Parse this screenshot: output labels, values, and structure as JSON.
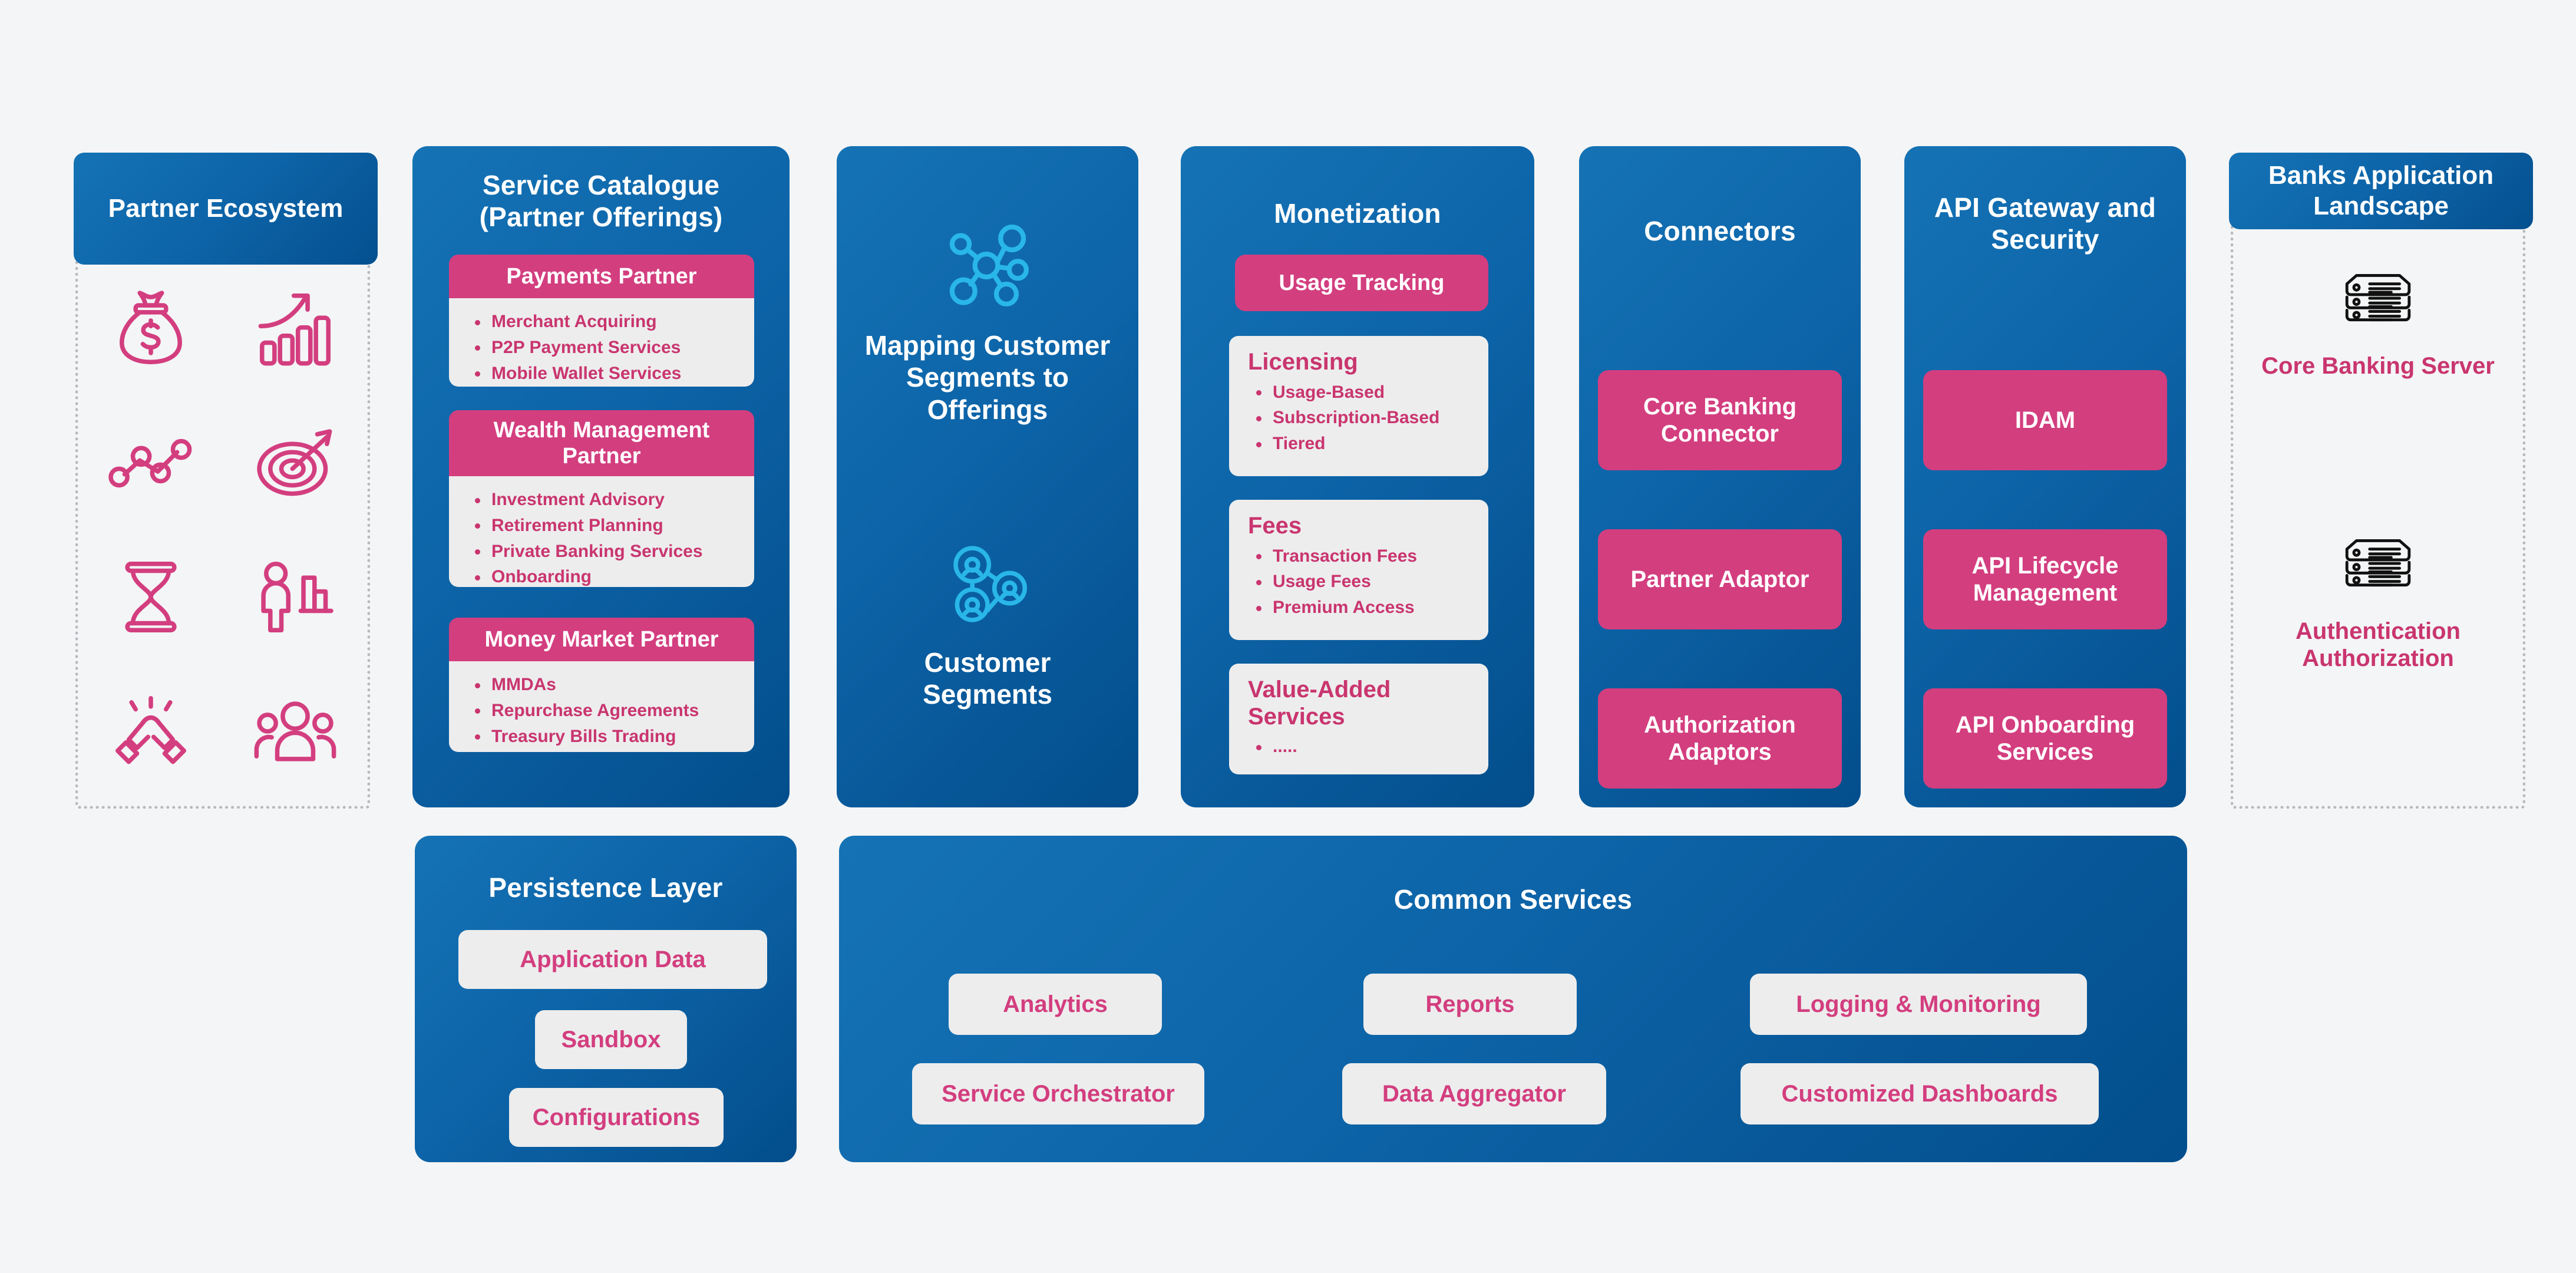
{
  "colors": {
    "background": "#f4f5f6",
    "blue_start": "#1573B5",
    "blue_end": "#034E8C",
    "pink": "#D33E7F",
    "pink_text": "#C9356F",
    "light_chip": "#ededed",
    "cyan_icon": "#29B6E8",
    "dotted_border": "#b6b9bd"
  },
  "partner_ecosystem": {
    "title": "Partner Ecosystem",
    "icons": [
      "money-bag-icon",
      "growth-bar-chart-arrow-icon",
      "trend-line-nodes-icon",
      "target-arrow-icon",
      "hourglass-icon",
      "person-bar-chart-icon",
      "handshake-icon",
      "people-group-icon"
    ]
  },
  "service_catalogue": {
    "title": "Service Catalogue (Partner Offerings)",
    "groups": [
      {
        "name": "Payments Partner",
        "items": [
          "Merchant Acquiring",
          "P2P Payment Services",
          "Mobile Wallet Services"
        ]
      },
      {
        "name": "Wealth Management Partner",
        "items": [
          "Investment Advisory",
          "Retirement Planning",
          "Private Banking Services",
          "Onboarding"
        ]
      },
      {
        "name": "Money Market Partner",
        "items": [
          "MMDAs",
          "Repurchase Agreements",
          "Treasury Bills Trading"
        ]
      }
    ]
  },
  "mapping": {
    "blocks": [
      {
        "icon": "network-hub-icon",
        "label": "Mapping Customer Segments to Offerings"
      },
      {
        "icon": "customer-segments-network-icon",
        "label": "Customer Segments"
      }
    ]
  },
  "monetization": {
    "title": "Monetization",
    "usage_tracking": "Usage Tracking",
    "cards": [
      {
        "heading": "Licensing",
        "items": [
          "Usage-Based",
          "Subscription-Based",
          "Tiered"
        ]
      },
      {
        "heading": "Fees",
        "items": [
          "Transaction Fees",
          "Usage Fees",
          "Premium Access"
        ]
      },
      {
        "heading": "Value-Added Services",
        "items": [
          "....."
        ]
      }
    ]
  },
  "connectors": {
    "title": "Connectors",
    "items": [
      "Core Banking Connector",
      "Partner Adaptor",
      "Authorization Adaptors"
    ]
  },
  "api_gateway": {
    "title": "API Gateway and Security",
    "items": [
      "IDAM",
      "API Lifecycle Management",
      "API Onboarding Services"
    ]
  },
  "banks_landscape": {
    "title": "Banks Application Landscape",
    "items": [
      {
        "icon": "server-stack-icon",
        "label": "Core Banking Server"
      },
      {
        "icon": "server-stack-icon",
        "label": "Authentication Authorization"
      }
    ]
  },
  "persistence_layer": {
    "title": "Persistence Layer",
    "items": [
      "Application Data",
      "Sandbox",
      "Configurations"
    ]
  },
  "common_services": {
    "title": "Common Services",
    "items": [
      "Analytics",
      "Reports",
      "Logging & Monitoring",
      "Service Orchestrator",
      "Data Aggregator",
      "Customized Dashboards"
    ]
  }
}
